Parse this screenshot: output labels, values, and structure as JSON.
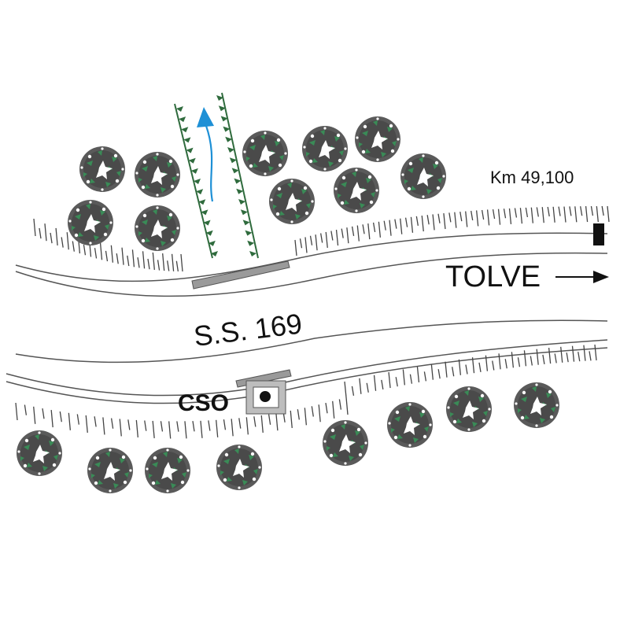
{
  "labels": {
    "km_marker": "Km 49,100",
    "direction": "TOLVE",
    "road_name": "S.S. 169",
    "site_code": "CSO"
  },
  "icons": {
    "direction_arrow": "arrow-right-icon",
    "flow_arrow": "arrow-up-icon",
    "tree": "tree-icon",
    "km_post": "km-post-icon"
  },
  "colors": {
    "road_line": "#555555",
    "hatch": "#444444",
    "tree_dark": "#555555",
    "tree_green": "#2f7d4e",
    "channel_teeth": "#2f6b3d",
    "flow_arrow": "#1e90d6",
    "structure_gray": "#9a9a9a",
    "text": "#111111"
  }
}
